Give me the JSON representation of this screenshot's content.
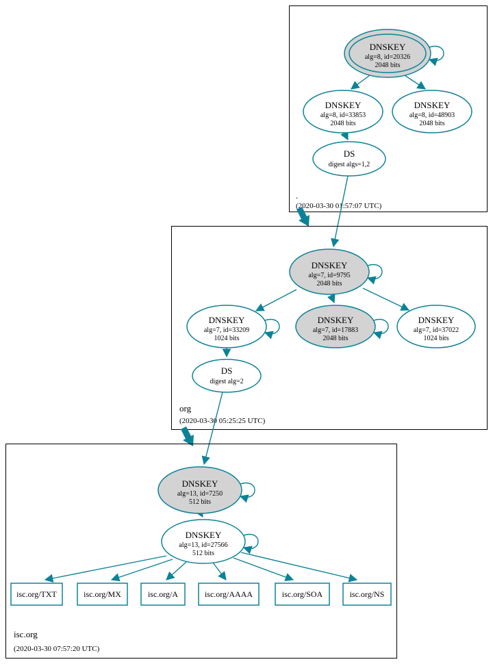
{
  "colors": {
    "edge_teal": "#0d8296",
    "ksk_fill": "#d3d3d3",
    "node_fill": "#ffffff",
    "box_border": "#000000"
  },
  "zones": {
    "root": {
      "label": ".",
      "timestamp": "(2020-03-30 01:57:07 UTC)",
      "ksk": {
        "title": "DNSKEY",
        "detail": "alg=8, id=20326",
        "bits": "2048 bits"
      },
      "zsk1": {
        "title": "DNSKEY",
        "detail": "alg=8, id=33853",
        "bits": "2048 bits"
      },
      "zsk2": {
        "title": "DNSKEY",
        "detail": "alg=8, id=48903",
        "bits": "2048 bits"
      },
      "ds": {
        "title": "DS",
        "detail": "digest algs=1,2"
      }
    },
    "org": {
      "label": "org",
      "timestamp": "(2020-03-30 05:25:25 UTC)",
      "ksk": {
        "title": "DNSKEY",
        "detail": "alg=7, id=9795",
        "bits": "2048 bits"
      },
      "zsk1": {
        "title": "DNSKEY",
        "detail": "alg=7, id=33209",
        "bits": "1024 bits"
      },
      "ksk2": {
        "title": "DNSKEY",
        "detail": "alg=7, id=17883",
        "bits": "2048 bits"
      },
      "zsk2": {
        "title": "DNSKEY",
        "detail": "alg=7, id=37022",
        "bits": "1024 bits"
      },
      "ds": {
        "title": "DS",
        "detail": "digest alg=2"
      }
    },
    "isc": {
      "label": "isc.org",
      "timestamp": "(2020-03-30 07:57:20 UTC)",
      "ksk": {
        "title": "DNSKEY",
        "detail": "alg=13, id=7250",
        "bits": "512 bits"
      },
      "zsk": {
        "title": "DNSKEY",
        "detail": "alg=13, id=27566",
        "bits": "512 bits"
      },
      "rrsets": [
        {
          "label": "isc.org/TXT"
        },
        {
          "label": "isc.org/MX"
        },
        {
          "label": "isc.org/A"
        },
        {
          "label": "isc.org/AAAA"
        },
        {
          "label": "isc.org/SOA"
        },
        {
          "label": "isc.org/NS"
        }
      ]
    }
  }
}
